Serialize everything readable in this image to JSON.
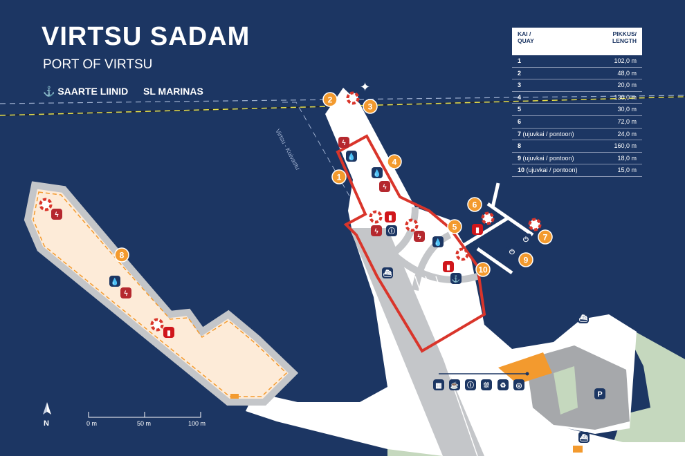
{
  "header": {
    "title": "VIRTSU SADAM",
    "subtitle": "PORT OF VIRTSU",
    "brand1": "SAARTE LIINID",
    "brand2": "SL MARINAS"
  },
  "route_label": "Virtsu - Kuivastu",
  "table": {
    "col1": "KAI / QUAY",
    "col2": "PIKKUS/ LENGTH",
    "rows": [
      {
        "num": "1",
        "note": "",
        "length": "102,0 m"
      },
      {
        "num": "2",
        "note": "",
        "length": "48,0 m"
      },
      {
        "num": "3",
        "note": "",
        "length": "20,0 m"
      },
      {
        "num": "4",
        "note": "",
        "length": "130,0 m"
      },
      {
        "num": "5",
        "note": "",
        "length": "30,0 m"
      },
      {
        "num": "6",
        "note": "",
        "length": "72,0 m"
      },
      {
        "num": "7",
        "note": " (ujuvkai / pontoon)",
        "length": "24,0 m"
      },
      {
        "num": "8",
        "note": "",
        "length": "160,0 m"
      },
      {
        "num": "9",
        "note": " (ujuvkai / pontoon)",
        "length": "18,0 m"
      },
      {
        "num": "10",
        "note": " (ujuvkai / pontoon)",
        "length": "15,0 m"
      }
    ]
  },
  "markers": [
    "1",
    "2",
    "3",
    "4",
    "5",
    "6",
    "7",
    "8",
    "9",
    "10"
  ],
  "scale": {
    "s0": "0 m",
    "s1": "50 m",
    "s2": "100 m"
  },
  "north": "N",
  "parking": "P",
  "icons": [
    "lifebuoy-icon",
    "electricity-icon",
    "water-icon",
    "fire-extinguisher-icon",
    "toilet-icon",
    "car-ferry-icon",
    "anchor-icon",
    "shop-icon",
    "cafe-icon",
    "shower-icon",
    "waste-icon",
    "laundry-icon",
    "fuel-icon",
    "parking-icon",
    "lighthouse-icon"
  ],
  "colors": {
    "sea": "#1c3663",
    "land": "#ffffff",
    "marina": "#fdebd8",
    "road": "#c4c6c9",
    "highlight": "#d9352b",
    "marker": "#f39a2e",
    "green": "#c5d8be"
  }
}
